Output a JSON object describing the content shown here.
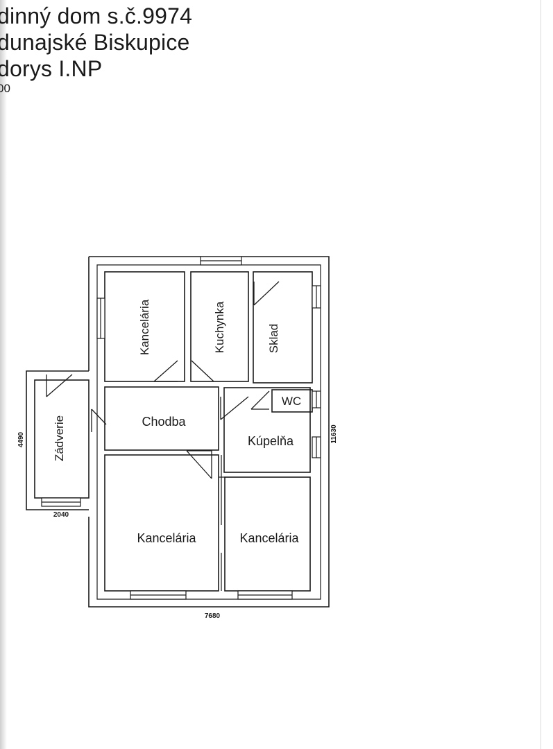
{
  "title": {
    "line1": "dinný dom s.č.9974",
    "line2": "dunajské Biskupice",
    "line3": "dorys I.NP",
    "scale": "00"
  },
  "rooms": {
    "kancelaria_top": "Kancelária",
    "kuchynka": "Kuchynka",
    "sklad": "Sklad",
    "chodba": "Chodba",
    "wc": "WC",
    "kupelna": "Kúpelňa",
    "zadverie": "Zádverie",
    "kancelaria_bottom_left": "Kancelária",
    "kancelaria_bottom_right": "Kancelária"
  },
  "dimensions": {
    "width_main": "7680",
    "width_vestibule": "2040",
    "height_vestibule": "4490",
    "height_main": "11630"
  }
}
